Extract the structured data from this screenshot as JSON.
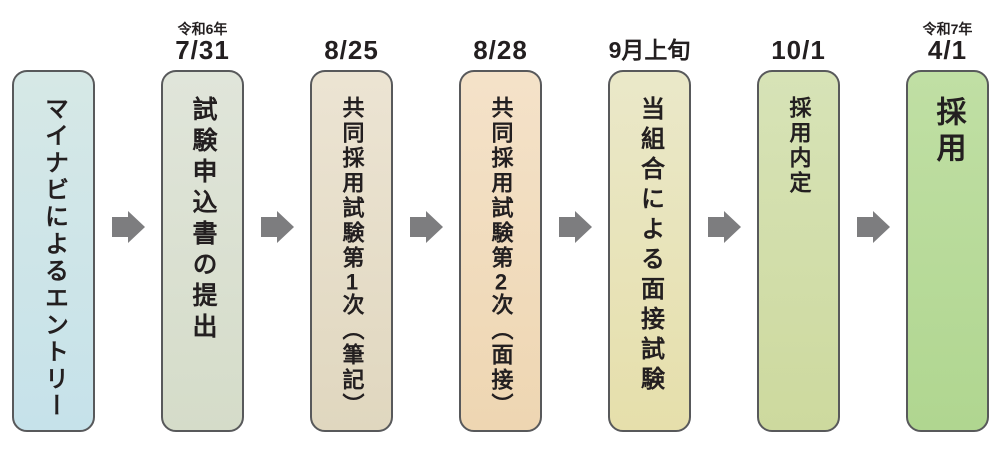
{
  "diagram": {
    "type": "recruitment-flow-timeline",
    "stages": [
      {
        "era": "",
        "date": "",
        "label": "マイナビによるエントリー",
        "bg_top": "#d6e8e6",
        "bg_bottom": "#c6e2ea"
      },
      {
        "era": "令和6年",
        "date": "7/31",
        "label": "試験申込書の提出",
        "bg_top": "#e0e5da",
        "bg_bottom": "#d5dcc9"
      },
      {
        "era": "",
        "date": "8/25",
        "label": "共同採用試験第1次（筆記）",
        "bg_top": "#ece4d3",
        "bg_bottom": "#e0d7bf"
      },
      {
        "era": "",
        "date": "8/28",
        "label": "共同採用試験第2次（面接）",
        "bg_top": "#f4e2c9",
        "bg_bottom": "#eed6b2"
      },
      {
        "era": "",
        "date": "9月上旬",
        "label": "当組合による面接試験",
        "bg_top": "#eae8c9",
        "bg_bottom": "#e6dfab"
      },
      {
        "era": "",
        "date": "10/1",
        "label": "採用内定",
        "bg_top": "#d7e3b7",
        "bg_bottom": "#cdd99e"
      },
      {
        "era": "令和7年",
        "date": "4/1",
        "label": "採用",
        "bg_top": "#c0dfa4",
        "bg_bottom": "#b0d690"
      }
    ],
    "colors": {
      "text": "#231f20",
      "border": "#58595b",
      "arrow": "#7d7d7f",
      "background": "#ffffff"
    }
  }
}
